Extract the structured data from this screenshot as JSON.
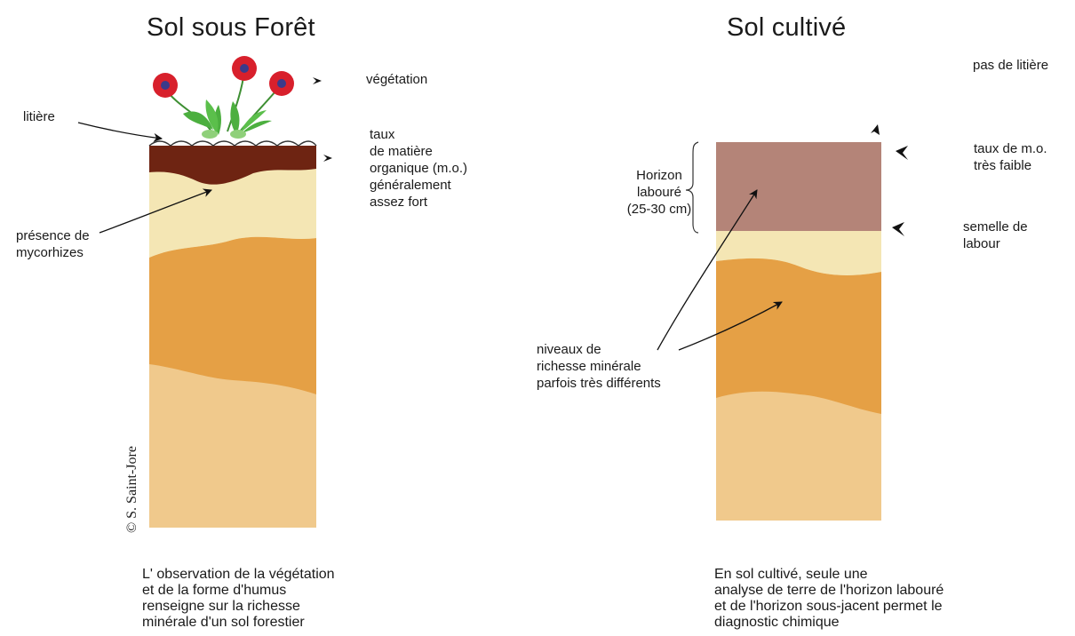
{
  "left": {
    "title": "Sol sous Forêt",
    "labels": {
      "vegetation": "végétation",
      "litiere": "litière",
      "taux_lines": [
        "taux",
        "de matière",
        "organique (m.o.)",
        "généralement",
        "assez fort"
      ],
      "mycorhizes_lines": [
        "présence de",
        "mycorhizes"
      ]
    },
    "caption_lines": [
      "L' observation de la végétation",
      "et de la forme d'humus",
      "renseigne sur la richesse",
      "minérale d'un sol forestier"
    ],
    "credit": "© S. Saint-Jore"
  },
  "right": {
    "title": "Sol cultivé",
    "labels": {
      "pas_litiere": "pas de litière",
      "taux_mo_lines": [
        "taux de m.o.",
        "très faible"
      ],
      "horizon_lines": [
        "Horizon",
        "labouré",
        "(25-30 cm)"
      ],
      "semelle_lines": [
        "semelle de",
        "labour"
      ],
      "niveaux_lines": [
        "niveaux de",
        "richesse minérale",
        "parfois très différents"
      ]
    },
    "caption_lines": [
      "En sol cultivé, seule une",
      "analyse de terre de l'horizon labouré",
      "et de l'horizon sous-jacent permet le",
      "diagnostic chimique"
    ]
  },
  "colors": {
    "humus_dark": "#6e2412",
    "pale_layer": "#f4e6b4",
    "orange_layer": "#e5a045",
    "tan_layer": "#f0c98c",
    "plowed_layer": "#b48478",
    "flower_red": "#d8202c",
    "leaf_green": "#4caf3f"
  }
}
